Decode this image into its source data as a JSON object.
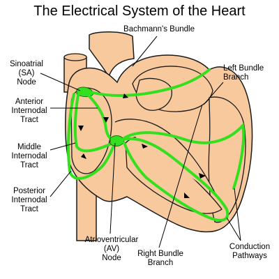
{
  "title": "The Electrical System of the Heart",
  "colors": {
    "tissue": "#f7c99d",
    "outline": "#1a1a1a",
    "conduction": "#33e01f",
    "conduction_edge": "#1c6e12"
  },
  "labels": {
    "bachmanns_bundle": "Bachmann's Bundle",
    "sa_node": [
      "Sinoatrial",
      "(SA)",
      "Node"
    ],
    "anterior_tract": [
      "Anterior",
      "Internodal",
      "Tract"
    ],
    "middle_tract": [
      "Middle",
      "Internodal",
      "Tract"
    ],
    "posterior_tract": [
      "Posterior",
      "Internodal",
      "Tract"
    ],
    "av_node": [
      "Atrioventricular",
      "(AV)",
      "Node"
    ],
    "right_bundle_branch": [
      "Right Bundle",
      "Branch"
    ],
    "left_bundle_branch": [
      "Left Bundle",
      "Branch"
    ],
    "conduction_pathways": [
      "Conduction",
      "Pathways"
    ]
  }
}
